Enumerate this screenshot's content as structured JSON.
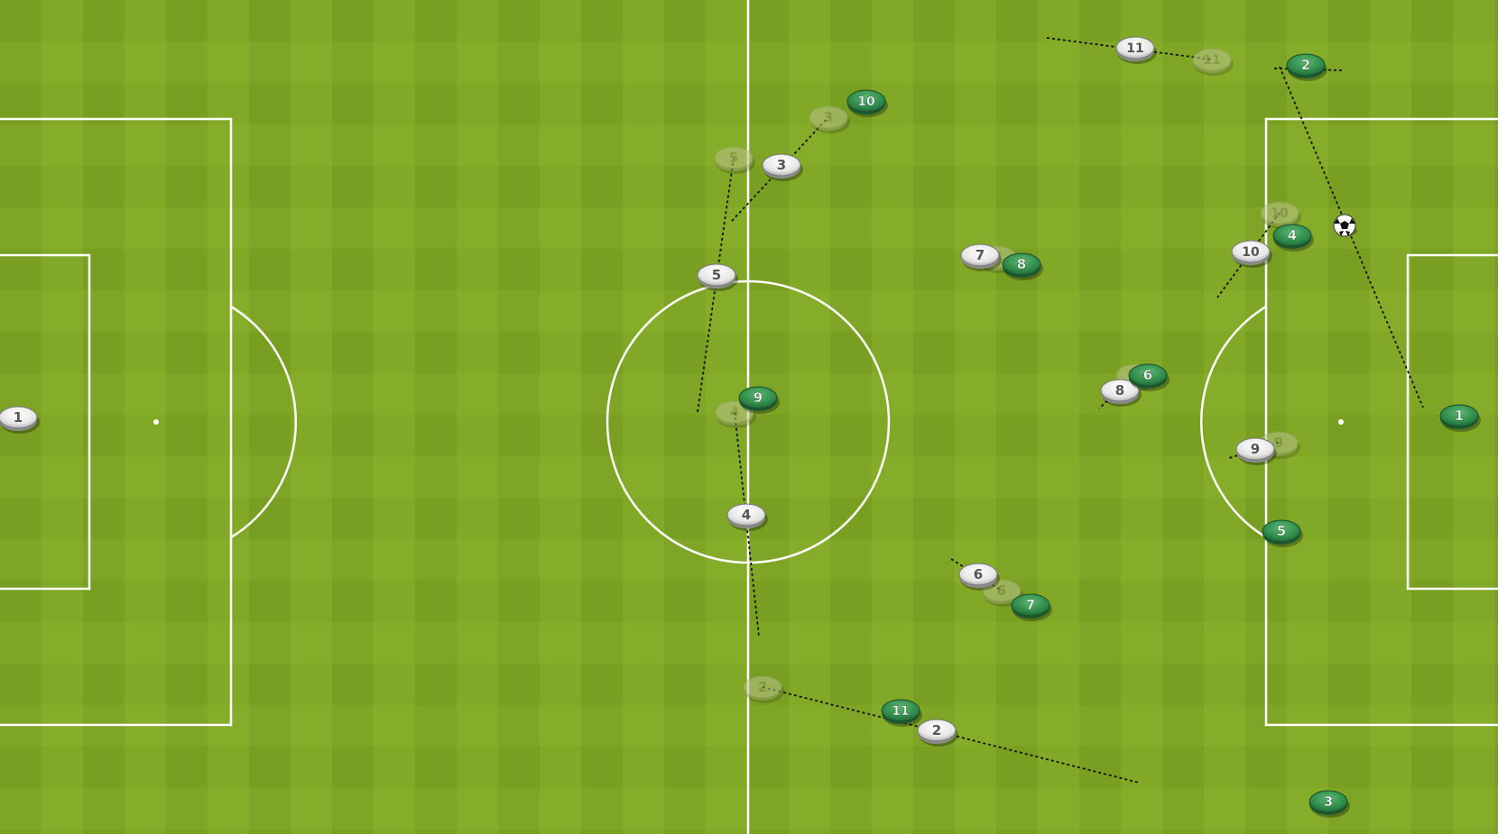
{
  "scene": "tactical-pitch-replay",
  "colors": {
    "grass_light": "#86ad2a",
    "grass_dark": "#78a023",
    "lines": "#ffffff",
    "white_team": "#f2f2f2",
    "white_team_rim": "#8c8c8c",
    "green_team": "#2f8a4a",
    "green_team_rim": "#1c5a2e",
    "ghost_team": "#b9c28a",
    "number_white": "#555555",
    "number_green": "#ffffff"
  },
  "players": [
    {
      "id": "w1",
      "team": "white",
      "number": "1"
    },
    {
      "id": "w2",
      "team": "white",
      "number": "2"
    },
    {
      "id": "w3",
      "team": "white",
      "number": "3"
    },
    {
      "id": "w4",
      "team": "white",
      "number": "4"
    },
    {
      "id": "w5",
      "team": "white",
      "number": "5"
    },
    {
      "id": "w6",
      "team": "white",
      "number": "6"
    },
    {
      "id": "w7",
      "team": "white",
      "number": "7"
    },
    {
      "id": "w8",
      "team": "white",
      "number": "8"
    },
    {
      "id": "w9",
      "team": "white",
      "number": "9"
    },
    {
      "id": "w10",
      "team": "white",
      "number": "10"
    },
    {
      "id": "w11",
      "team": "white",
      "number": "11"
    },
    {
      "id": "g1",
      "team": "green",
      "number": "1"
    },
    {
      "id": "g2",
      "team": "green",
      "number": "2"
    },
    {
      "id": "g3",
      "team": "green",
      "number": "3"
    },
    {
      "id": "g4",
      "team": "green",
      "number": "4"
    },
    {
      "id": "g5",
      "team": "green",
      "number": "5"
    },
    {
      "id": "g6",
      "team": "green",
      "number": "6"
    },
    {
      "id": "g7",
      "team": "green",
      "number": "7"
    },
    {
      "id": "g8",
      "team": "green",
      "number": "8"
    },
    {
      "id": "g9",
      "team": "green",
      "number": "9"
    },
    {
      "id": "g10",
      "team": "green",
      "number": "10"
    },
    {
      "id": "g11",
      "team": "green",
      "number": "11"
    }
  ],
  "ghosts": [
    {
      "id": "gh2",
      "number": "2"
    },
    {
      "id": "gh3",
      "number": "3"
    },
    {
      "id": "gh4",
      "number": "4"
    },
    {
      "id": "gh5",
      "number": "5"
    },
    {
      "id": "gh6",
      "number": "6"
    },
    {
      "id": "gh7",
      "number": "7"
    },
    {
      "id": "gh8",
      "number": "8"
    },
    {
      "id": "gh9",
      "number": "9"
    },
    {
      "id": "gh10",
      "number": "10"
    },
    {
      "id": "gh11",
      "number": "11"
    }
  ],
  "ball": {
    "icon": "soccer-ball-icon"
  }
}
